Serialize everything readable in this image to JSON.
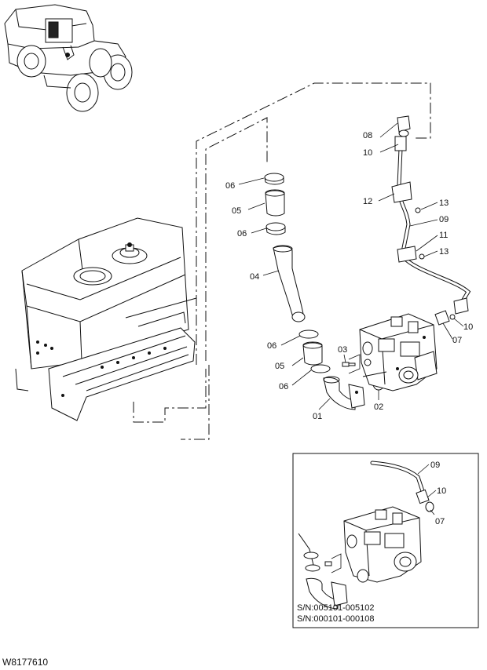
{
  "drawing_code": "W8177610",
  "serial_numbers": [
    "S/N:005101-005102",
    "S/N:000101-000108"
  ],
  "part_labels": {
    "p08": "08",
    "p10a": "10",
    "p06a": "06",
    "p05a": "05",
    "p06b": "06",
    "p12": "12",
    "p13a": "13",
    "p09a": "09",
    "p11": "11",
    "p13b": "13",
    "p04": "04",
    "p10b": "10",
    "p07a": "07",
    "p06c": "06",
    "p03": "03",
    "p05b": "05",
    "p06d": "06",
    "p02": "02",
    "p01": "01",
    "p09b": "09",
    "p10c": "10",
    "p07b": "07"
  }
}
